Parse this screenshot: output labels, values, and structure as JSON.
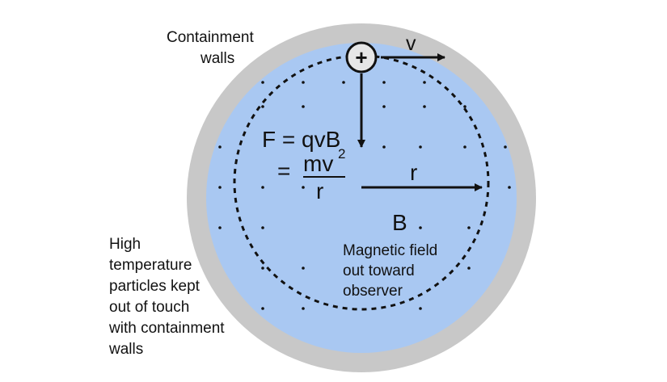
{
  "labels": {
    "containment_line1": "Containment",
    "containment_line2": "walls",
    "velocity": "v",
    "charge_symbol": "+",
    "force_line": "F = qvB",
    "equals": "=",
    "numerator": "mv",
    "exponent": "2",
    "denominator": "r",
    "radius": "r",
    "field_symbol": "B",
    "field_line1": "Magnetic field",
    "field_line2": "out toward",
    "field_line3": "observer",
    "particles_line1": "High",
    "particles_line2": "temperature",
    "particles_line3": "particles kept",
    "particles_line4": "out of touch",
    "particles_line5": "with containment",
    "particles_line6": "walls"
  },
  "colors": {
    "wall": "#c8c8c8",
    "plasma": "#a9c8f2",
    "charge_fill": "#e6e6e6",
    "ink": "#111111"
  }
}
